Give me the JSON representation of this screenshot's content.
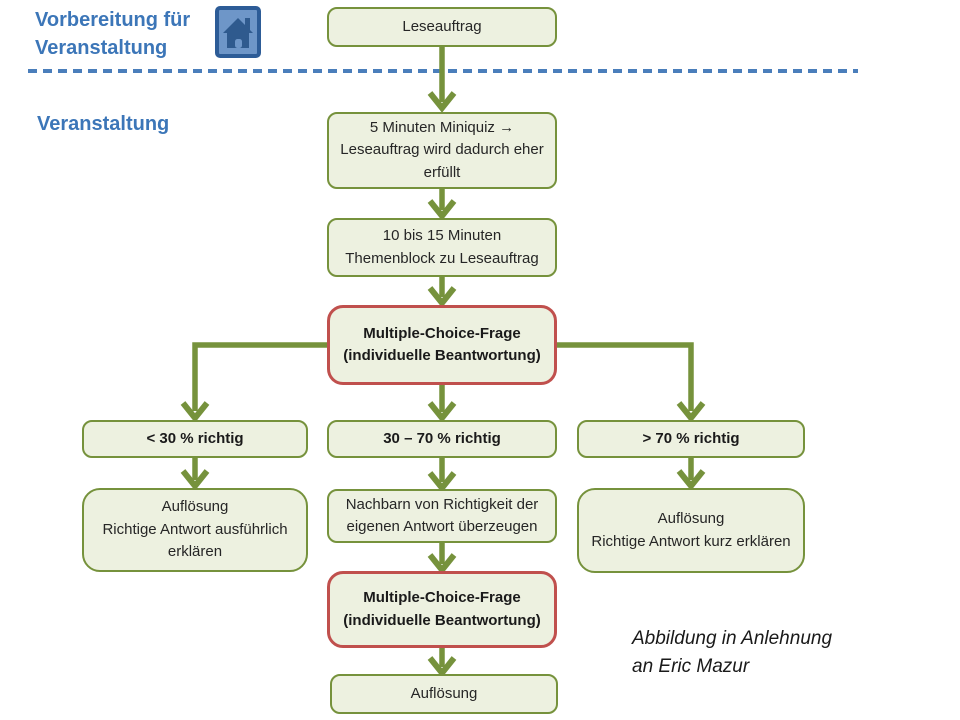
{
  "header": {
    "prep_label": "Vorbereitung für\nVeranstaltung",
    "event_label": "Veranstaltung"
  },
  "icons": {
    "home": "home-icon"
  },
  "flowchart": {
    "leseauftrag": "Leseauftrag",
    "miniquiz": "5 Minuten Miniquiz →\nLeseauftrag wird dadurch eher\nerfüllt",
    "themenblock": "10 bis 15 Minuten\nThemenblock zu Leseauftrag",
    "mc_frage_1": "Multiple-Choice-Frage\n(individuelle Beantwortung)",
    "branch_low": "< 30 % richtig",
    "branch_mid": "30 – 70 % richtig",
    "branch_high": "> 70 % richtig",
    "aufloesung_ausfuehrlich": "Auflösung\nRichtige Antwort ausführlich\nerklären",
    "nachbarn": "Nachbarn von Richtigkeit der\neigenen Antwort überzeugen",
    "aufloesung_kurz": "Auflösung\nRichtige Antwort kurz erklären",
    "mc_frage_2": "Multiple-Choice-Frage\n(individuelle Beantwortung)",
    "aufloesung_final": "Auflösung"
  },
  "footer": {
    "credit": "Abbildung in Anlehnung\nan Eric Mazur"
  },
  "colors": {
    "box_border_green": "#76923c",
    "box_fill": "#edf1e0",
    "box_border_red": "#c0504d",
    "arrow_green": "#76923c",
    "heading_blue": "#3c76b8",
    "divider_blue": "#4a7ebb"
  }
}
